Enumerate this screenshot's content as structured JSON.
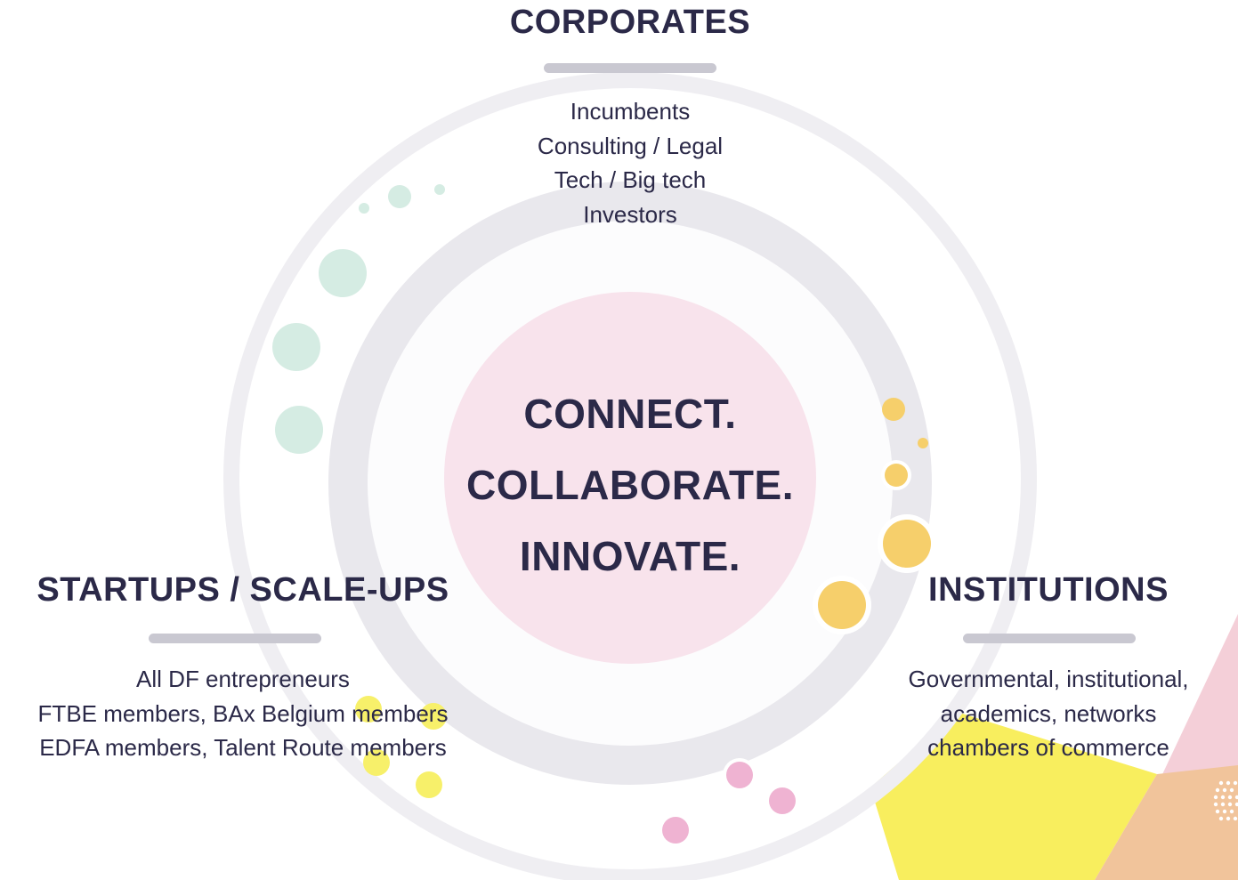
{
  "colors": {
    "text": "#2b2948",
    "divider": "#c9c8d1",
    "center_circle": "#f8e3ec",
    "ring": "#efeef2",
    "mint": "#d5ece3",
    "gold": "#f6cf6b",
    "lemon": "#f7f06a",
    "pink": "#efb3d2",
    "peach": "#f1c49b",
    "rose": "#f4cfd8"
  },
  "center": {
    "line1": "CONNECT.",
    "line2": "COLLABORATE.",
    "line3": "INNOVATE."
  },
  "corporates": {
    "title": "CORPORATES",
    "items": [
      "Incumbents",
      "Consulting / Legal",
      "Tech / Big tech",
      "Investors"
    ]
  },
  "startups": {
    "title": "STARTUPS / SCALE-UPS",
    "items": [
      "All DF entrepreneurs",
      "FTBE members, BAx Belgium members",
      "EDFA members, Talent Route members"
    ]
  },
  "institutions": {
    "title": "INSTITUTIONS",
    "items": [
      "Governmental, institutional,",
      "academics, networks",
      "chambers of commerce"
    ]
  }
}
